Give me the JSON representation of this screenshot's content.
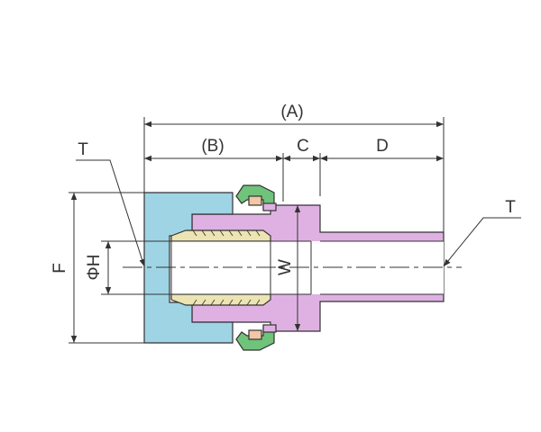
{
  "labels": {
    "A": "(A)",
    "B": "(B)",
    "C": "C",
    "D": "D",
    "T_left": "T",
    "T_right": "T",
    "F": "F",
    "H": "ΦH",
    "W": "W"
  },
  "colors": {
    "union_nut": "#9fd4e4",
    "body": "#dfb1e3",
    "sleeve": "#ede4b3",
    "o_ring": "#6fc37a",
    "seal": "#f2c6a6",
    "bore": "#ffffff",
    "line": "#333333"
  }
}
